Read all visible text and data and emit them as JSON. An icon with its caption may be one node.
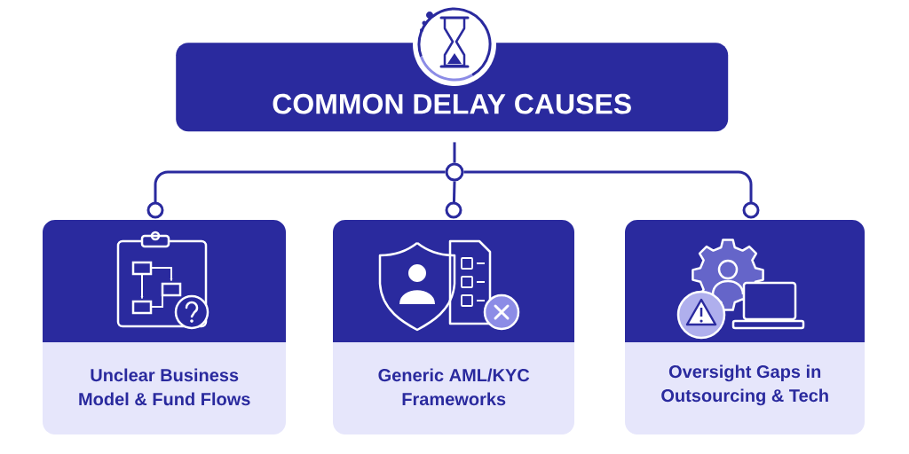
{
  "diagram": {
    "nodes": [
      {
        "text": [
          "COMMON DELAY CAUSES"
        ]
      },
      {
        "text": [],
        "shape": "circle"
      },
      {
        "text": [
          "Unclear Business Model & Fund Flows"
        ]
      },
      {
        "text": [
          "Generic AML/KYC Frameworks"
        ]
      },
      {
        "text": [
          "Oversight Gaps in Outsourcing & Tech"
        ]
      }
    ],
    "edges": [
      {
        "from": 0,
        "to": 1,
        "arrow": "none"
      },
      {
        "from": 1,
        "to": 2,
        "arrow": "other"
      },
      {
        "from": 1,
        "to": 3,
        "arrow": "other"
      },
      {
        "from": 1,
        "to": 4,
        "arrow": "other"
      }
    ]
  }
}
